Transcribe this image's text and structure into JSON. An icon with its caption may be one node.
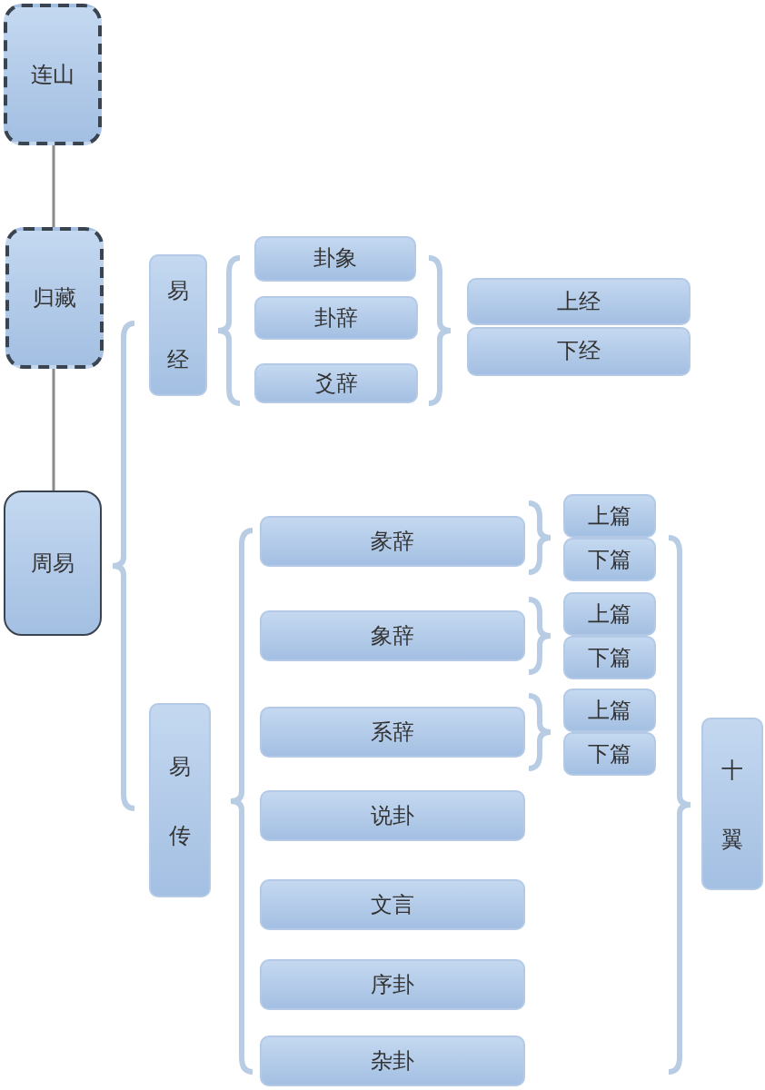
{
  "diagram": {
    "nodes": [
      {
        "text": [
          "连山"
        ]
      },
      {
        "text": [
          "归藏"
        ]
      },
      {
        "text": [
          "周易"
        ]
      },
      {
        "text": [
          "易经"
        ]
      },
      {
        "text": [
          "卦象"
        ]
      },
      {
        "text": [
          "卦辞"
        ]
      },
      {
        "text": [
          "爻辞"
        ]
      },
      {
        "text": [
          "上经"
        ]
      },
      {
        "text": [
          "下经"
        ]
      },
      {
        "text": [
          "易传"
        ]
      },
      {
        "text": [
          "彖辞"
        ]
      },
      {
        "text": [
          "上篇"
        ]
      },
      {
        "text": [
          "下篇"
        ]
      },
      {
        "text": [
          "象辞"
        ]
      },
      {
        "text": [
          "上篇"
        ]
      },
      {
        "text": [
          "下篇"
        ]
      },
      {
        "text": [
          "系辞"
        ]
      },
      {
        "text": [
          "上篇"
        ]
      },
      {
        "text": [
          "下篇"
        ]
      },
      {
        "text": [
          "说卦"
        ]
      },
      {
        "text": [
          "文言"
        ]
      },
      {
        "text": [
          "序卦"
        ]
      },
      {
        "text": [
          "杂卦"
        ]
      },
      {
        "text": [
          "十翼"
        ]
      }
    ],
    "edges": [
      {
        "from": 0,
        "to": 1,
        "arrow": "none"
      },
      {
        "from": 1,
        "to": 2,
        "arrow": "none"
      }
    ]
  }
}
